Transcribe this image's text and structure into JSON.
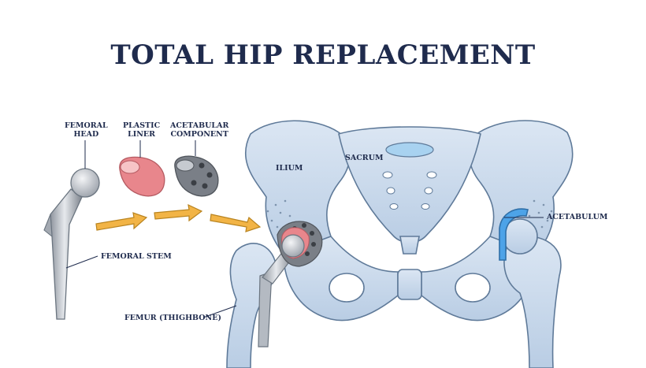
{
  "title": "TOTAL HIP REPLACEMENT",
  "labels": {
    "femoral_head_line1": "FEMORAL",
    "femoral_head_line2": "HEAD",
    "plastic_liner_line1": "PLASTIC",
    "plastic_liner_line2": "LINER",
    "acetabular_component_line1": "ACETABULAR",
    "acetabular_component_line2": "COMPONENT",
    "ilium": "ILIUM",
    "sacrum": "SACRUM",
    "acetabulum": "ACETABULUM",
    "femoral_stem": "FEMORAL STEM",
    "femur": "FEMUR (THIGHBONE)"
  },
  "colors": {
    "title": "#1f2b4d",
    "bone_fill": "#c9d9ec",
    "bone_stroke": "#5f7a99",
    "implant_metal": "#b9bec6",
    "liner_red": "#e8868c",
    "cartilage_blue": "#4da3e8",
    "arrow_fill": "#f2b446"
  }
}
